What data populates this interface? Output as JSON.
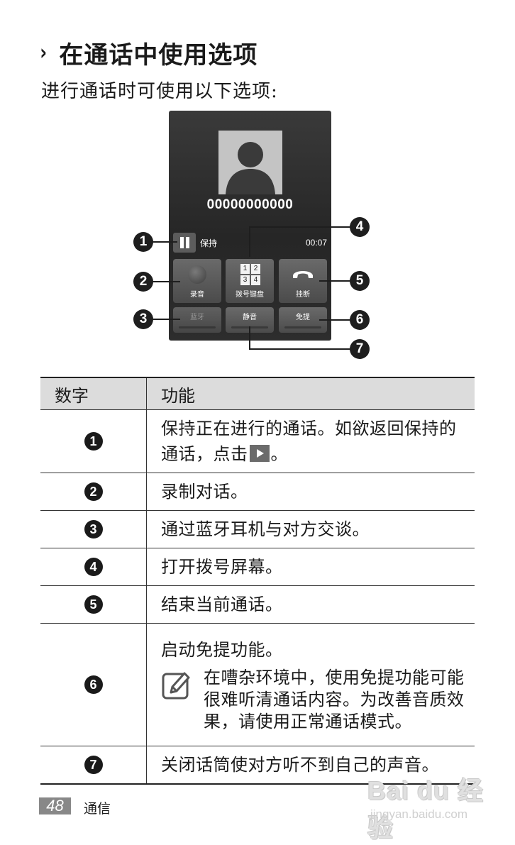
{
  "heading": {
    "chevron": "›",
    "title": "在通话中使用选项"
  },
  "intro": "进行通话时可使用以下选项:",
  "phone": {
    "number": "00000000000",
    "hold_label": "保持",
    "timer": "00:07",
    "buttons": {
      "record": "录音",
      "keypad": "拨号键盘",
      "keypad_keys": [
        "1",
        "2",
        "3",
        "4"
      ],
      "end": "挂断",
      "bluetooth": "蓝牙",
      "mute": "静音",
      "speaker": "免提"
    }
  },
  "callouts": [
    "1",
    "2",
    "3",
    "4",
    "5",
    "6",
    "7"
  ],
  "table": {
    "headers": [
      "数字",
      "功能"
    ],
    "rows": [
      {
        "num": "1",
        "text": "保持正在进行的通话。如欲返回保持的通话，点击",
        "text_after": "。"
      },
      {
        "num": "2",
        "text": "录制对话。"
      },
      {
        "num": "3",
        "text": "通过蓝牙耳机与对方交谈。"
      },
      {
        "num": "4",
        "text": "打开拨号屏幕。"
      },
      {
        "num": "5",
        "text": "结束当前通话。"
      },
      {
        "num": "6",
        "text": "启动免提功能。",
        "note": "在嘈杂环境中，使用免提功能可能很难听清通话内容。为改善音质效果，请使用正常通话模式。"
      },
      {
        "num": "7",
        "text": "关闭话筒使对方听不到自己的声音。"
      }
    ]
  },
  "footer": {
    "page_number": "48",
    "section": "通信"
  },
  "watermark": {
    "main": "Bai du 经验",
    "sub": "jingyan.baidu.com"
  }
}
